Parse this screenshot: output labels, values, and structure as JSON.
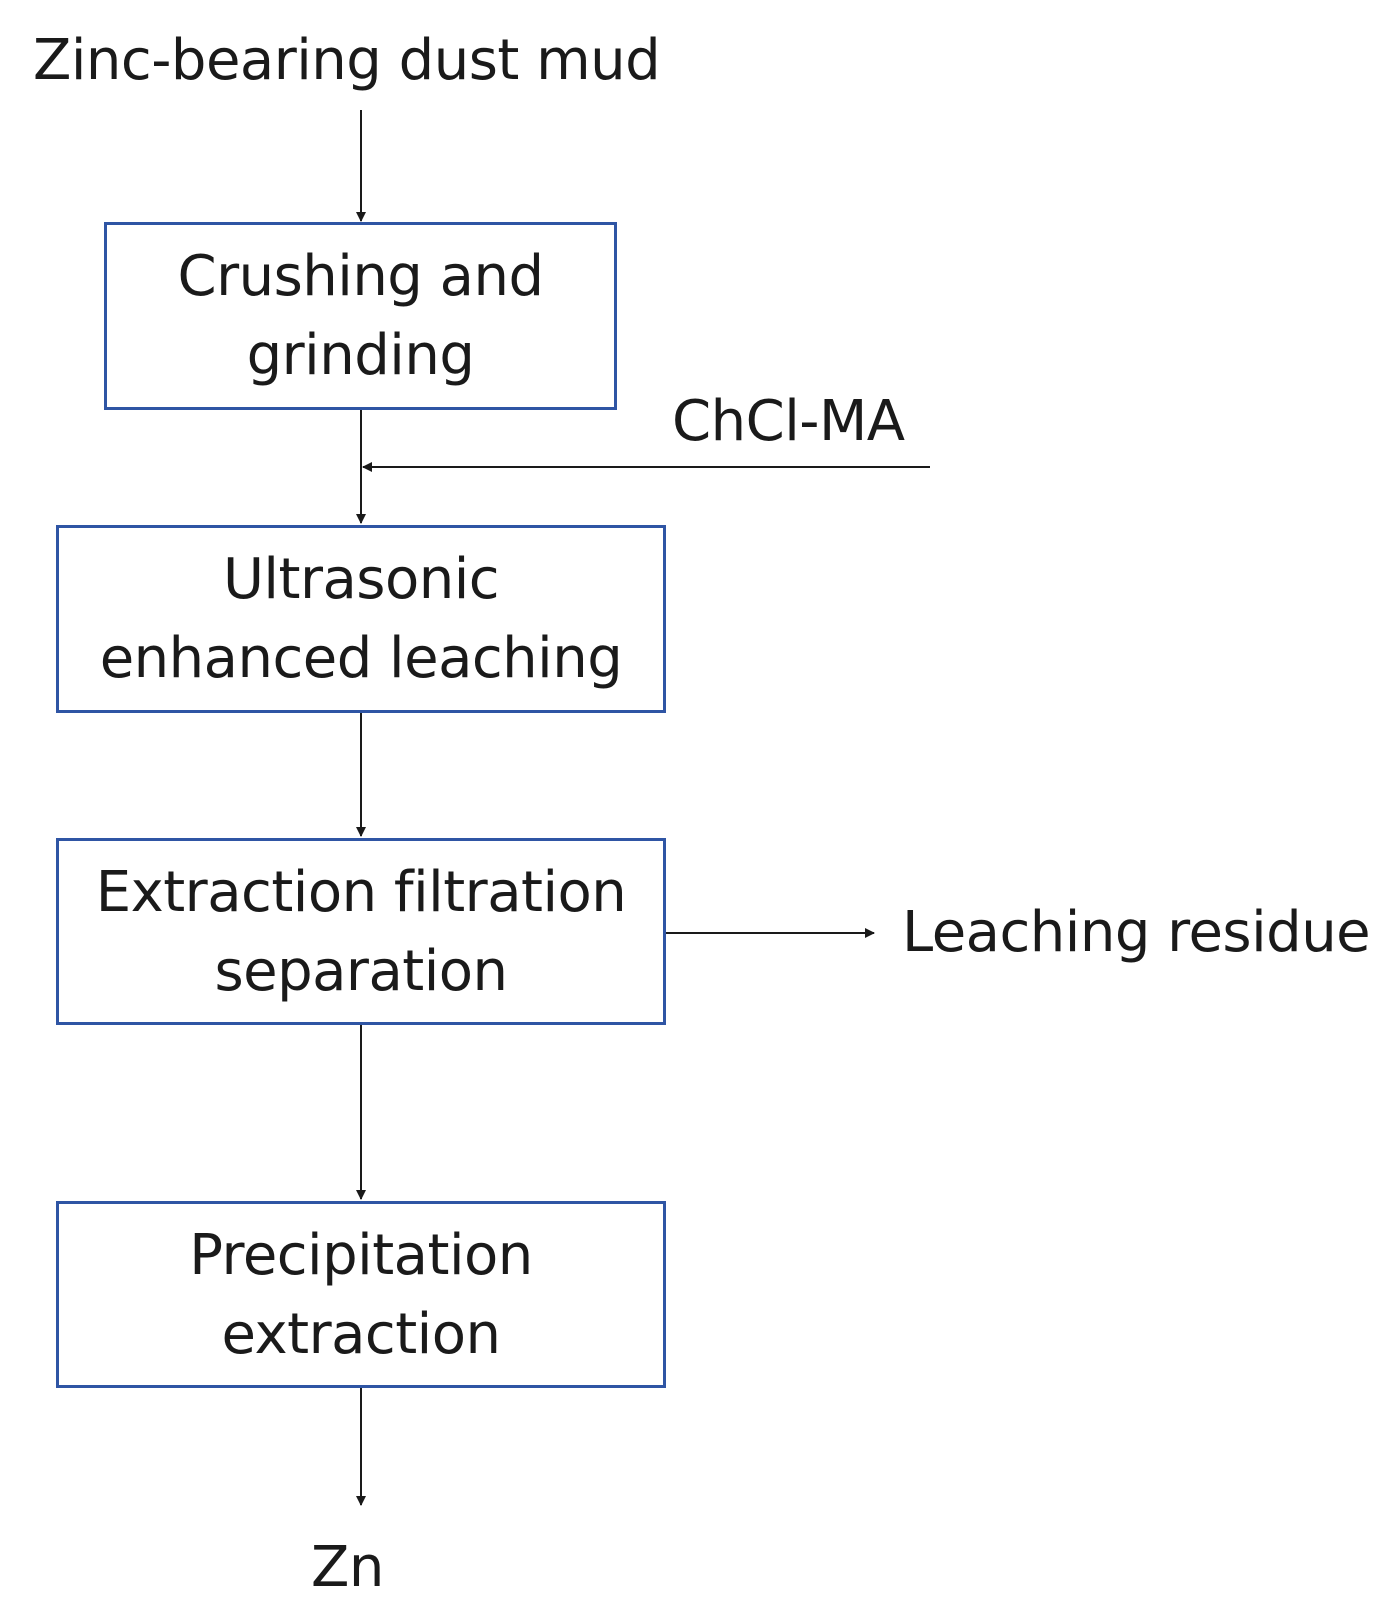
{
  "source_label": "Zinc-bearing dust mud",
  "reagent_label": "ChCl-MA",
  "residue_label": "Leaching residue",
  "product_label": "Zn",
  "colors": {
    "box_border": "#2f55a4",
    "arrow": "#1a1a1a",
    "text": "#1a1a1a"
  },
  "steps": [
    {
      "line1": "Crushing and",
      "line2": "grinding"
    },
    {
      "line1": "Ultrasonic",
      "line2": "enhanced leaching"
    },
    {
      "line1": "Extraction filtration",
      "line2": "separation"
    },
    {
      "line1": "Precipitation",
      "line2": "extraction"
    }
  ]
}
